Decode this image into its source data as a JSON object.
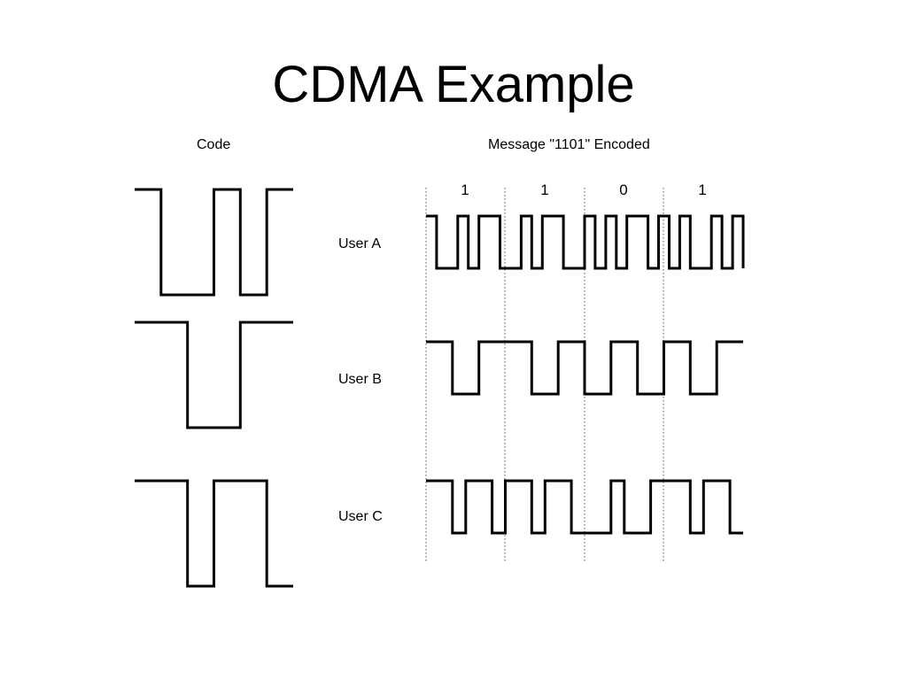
{
  "title": "CDMA Example",
  "headers": {
    "code": "Code",
    "message": "Message \"1101\" Encoded"
  },
  "message_bits": [
    "1",
    "1",
    "0",
    "1"
  ],
  "users": [
    {
      "label": "User A",
      "code_chips": [
        1,
        0,
        0,
        1,
        0,
        1
      ],
      "encoded_chips": [
        1,
        0,
        0,
        1,
        0,
        1,
        1,
        0,
        0,
        1,
        0,
        1,
        1,
        0,
        0,
        1,
        0,
        1,
        0,
        1,
        1,
        0,
        1,
        0,
        1,
        0,
        0,
        1,
        0,
        1
      ]
    },
    {
      "label": "User B",
      "code_chips": [
        1,
        1,
        0,
        0,
        1,
        1
      ],
      "encoded_chips": [
        1,
        1,
        0,
        0,
        1,
        1,
        1,
        1,
        0,
        0,
        1,
        1,
        0,
        0,
        1,
        1,
        0,
        0,
        1,
        1,
        0,
        0,
        1,
        1
      ]
    },
    {
      "label": "User C",
      "code_chips": [
        1,
        1,
        0,
        1,
        1,
        0
      ],
      "encoded_chips": [
        1,
        1,
        0,
        1,
        1,
        0,
        1,
        1,
        0,
        1,
        1,
        0,
        0,
        0,
        1,
        0,
        0,
        1,
        1,
        1,
        0,
        1,
        1,
        0
      ]
    }
  ],
  "colors": {
    "background": "#ffffff",
    "waveform": "#000000",
    "divider": "#555555"
  }
}
